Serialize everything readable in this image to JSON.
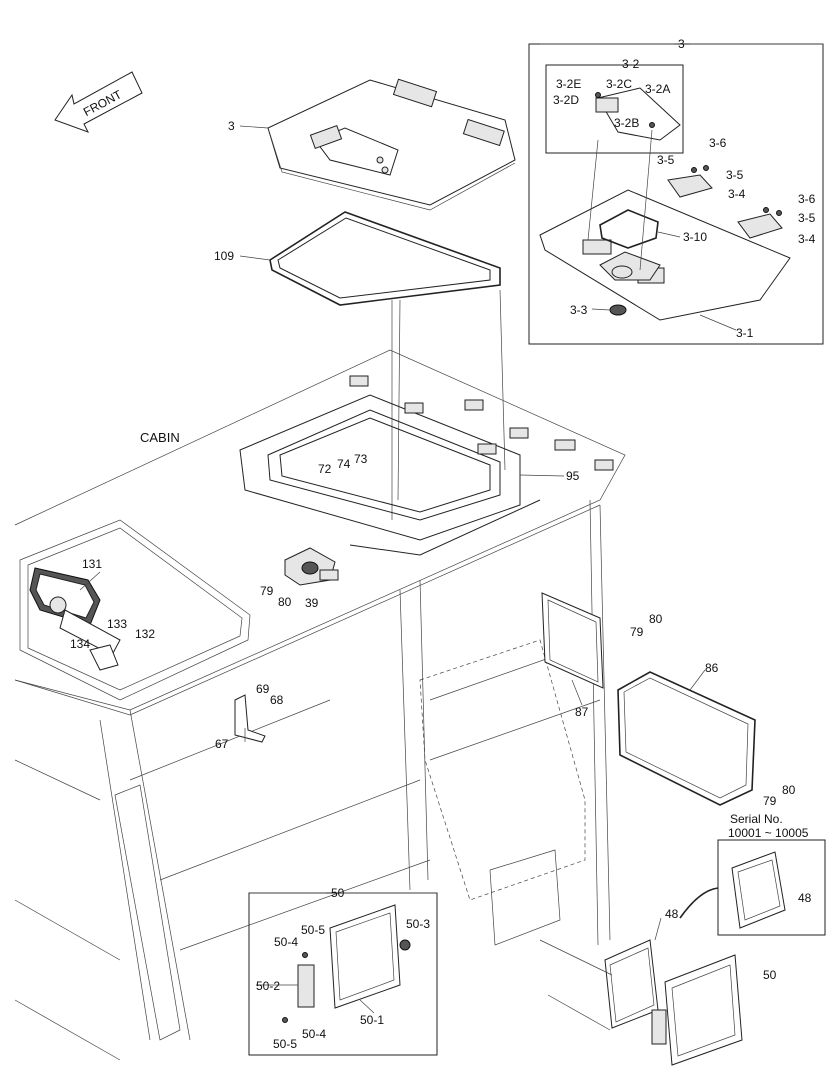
{
  "direction": {
    "label": "FRONT"
  },
  "cabin_label": "CABIN",
  "serial": {
    "line1": "Serial No.",
    "line2": "10001 ~ 10005"
  },
  "callouts": {
    "p3_main": "3",
    "p3_box": "3",
    "p3_2": "3-2",
    "p3_2E": "3-2E",
    "p3_2C": "3-2C",
    "p3_2A": "3-2A",
    "p3_2D": "3-2D",
    "p3_2B": "3-2B",
    "p3_6a": "3-6",
    "p3_5a": "3-5",
    "p3_5b": "3-5",
    "p3_4a": "3-4",
    "p3_6b": "3-6",
    "p3_5c": "3-5",
    "p3_4b": "3-4",
    "p3_10": "3-10",
    "p3_3": "3-3",
    "p3_1": "3-1",
    "p109": "109",
    "p95": "95",
    "p72": "72",
    "p74": "74",
    "p73": "73",
    "p131": "131",
    "p79a": "79",
    "p80a": "80",
    "p39": "39",
    "p133": "133",
    "p132": "132",
    "p134": "134",
    "p79b": "79",
    "p80b": "80",
    "p87": "87",
    "p86": "86",
    "p69": "69",
    "p68": "68",
    "p67": "67",
    "p79c": "79",
    "p80c": "80",
    "p48a": "48",
    "p48b": "48",
    "p50a": "50",
    "p50box": "50",
    "p50_5a": "50-5",
    "p50_4a": "50-4",
    "p50_3": "50-3",
    "p50_2": "50-2",
    "p50_1": "50-1",
    "p50_4b": "50-4",
    "p50_5b": "50-5"
  }
}
